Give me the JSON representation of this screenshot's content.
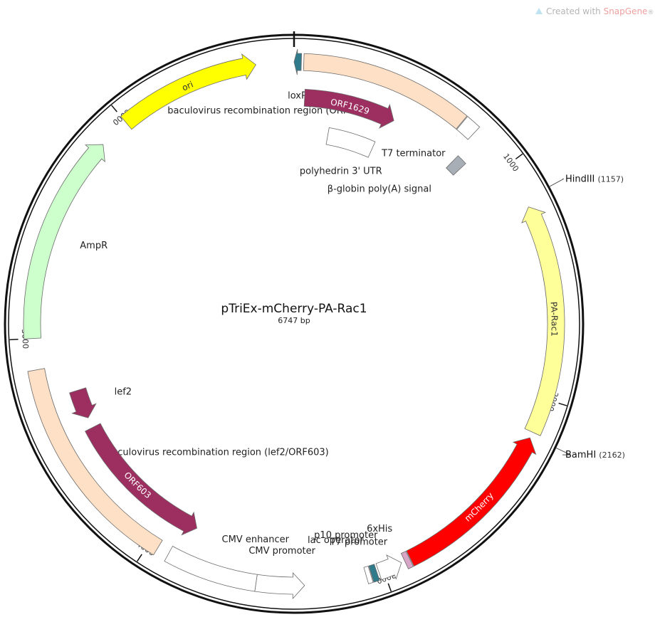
{
  "plasmid": {
    "name": "pTriEx-mCherry-PA-Rac1",
    "length_label": "6747 bp",
    "length_bp": 6747
  },
  "watermark": {
    "prefix": "Created with ",
    "brand": "SnapGene",
    "suffix": "®"
  },
  "ticks": [
    {
      "bp": 1000,
      "label": "1000"
    },
    {
      "bp": 2000,
      "label": "2000"
    },
    {
      "bp": 3000,
      "label": "3000"
    },
    {
      "bp": 4000,
      "label": "4000"
    },
    {
      "bp": 5000,
      "label": "5000"
    },
    {
      "bp": 6000,
      "label": "6000"
    }
  ],
  "restriction_sites": [
    {
      "name": "HindIII",
      "position_label": "(1157)",
      "bp": 1157
    },
    {
      "name": "BamHI",
      "position_label": "(2162)",
      "bp": 2162
    }
  ],
  "features": [
    {
      "id": "loxp",
      "label": "loxP",
      "start": 6747,
      "end": 30,
      "track": 0,
      "direction": "reverse",
      "color": "#2f7b8c",
      "label_inside": false
    },
    {
      "id": "bac-rec-orf1629",
      "label": "baculovirus recombination region (ORF1629)",
      "start": 40,
      "end": 745,
      "track": 0,
      "direction": "none",
      "color": "#fde0c5",
      "label_inside": false
    },
    {
      "id": "t7-terminator",
      "label": "T7 terminator",
      "start": 748,
      "end": 812,
      "track": 0,
      "direction": "none",
      "color": "#ffffff",
      "label_inside": false
    },
    {
      "id": "orf1629",
      "label": "ORF1629",
      "start": 50,
      "end": 490,
      "track": 1,
      "direction": "forward",
      "color": "#9c2f60",
      "label_inside": true
    },
    {
      "id": "polyhedrin-utr",
      "label": "polyhedrin 3' UTR",
      "start": 190,
      "end": 450,
      "track": 2,
      "direction": "none",
      "color": "#ffffff",
      "label_inside": false
    },
    {
      "id": "beta-globin-polya",
      "label": "β-globin poly(A) signal",
      "start": 830,
      "end": 880,
      "track": 1,
      "direction": "none",
      "color": "#a7aeb6",
      "label_inside": false
    },
    {
      "id": "pa-rac1",
      "label": "PA-Rac1",
      "start": 1190,
      "end": 2145,
      "track": 0,
      "direction": "reverse",
      "color": "#ffff99",
      "label_inside": true
    },
    {
      "id": "mcherry",
      "label": "mCherry",
      "start": 2170,
      "end": 2880,
      "track": 0,
      "direction": "reverse",
      "color": "#ff0000",
      "label_inside": true
    },
    {
      "id": "6xhis",
      "label": "6xHis",
      "start": 2883,
      "end": 2905,
      "track": 0,
      "direction": "none",
      "color": "#d7a6c7",
      "label_inside": false
    },
    {
      "id": "p10-promoter",
      "label": "p10 promoter",
      "start": 2920,
      "end": 3020,
      "track": 0,
      "direction": "reverse",
      "color": "#ffffff",
      "label_inside": false
    },
    {
      "id": "lac-operator",
      "label": "lac operator",
      "start": 3028,
      "end": 3052,
      "track": 0,
      "direction": "none",
      "color": "#2f7b8c",
      "label_inside": false
    },
    {
      "id": "t7-promoter",
      "label": "T7 promoter",
      "start": 3055,
      "end": 3074,
      "track": 0,
      "direction": "none",
      "color": "#ffffff",
      "label_inside": false
    },
    {
      "id": "cmv-promoter",
      "label": "CMV promoter",
      "start": 3330,
      "end": 3530,
      "track": 0,
      "direction": "reverse",
      "color": "#ffffff",
      "label_inside": false
    },
    {
      "id": "cmv-enhancer",
      "label": "CMV enhancer",
      "start": 3530,
      "end": 3910,
      "track": 0,
      "direction": "none",
      "color": "#ffffff",
      "label_inside": false
    },
    {
      "id": "bac-rec-lef2",
      "label": "baculovirus recombination region (lef2/ORF603)",
      "start": 3960,
      "end": 4870,
      "track": 0,
      "direction": "none",
      "color": "#fde0c5",
      "label_inside": false
    },
    {
      "id": "orf603",
      "label": "ORF603",
      "start": 3850,
      "end": 4550,
      "track": 1,
      "direction": "reverse",
      "color": "#9c2f60",
      "label_inside": true
    },
    {
      "id": "lef2",
      "label": "lef2",
      "start": 4600,
      "end": 4740,
      "track": 1,
      "direction": "reverse",
      "color": "#9c2f60",
      "label_inside": false
    },
    {
      "id": "ampr",
      "label": "AmpR",
      "start": 5000,
      "end": 5870,
      "track": 0,
      "direction": "forward",
      "color": "#ccffcc",
      "label_inside": false
    },
    {
      "id": "ori",
      "label": "ori",
      "start": 6000,
      "end": 6590,
      "track": 0,
      "direction": "forward",
      "color": "#ffff00",
      "label_inside": true
    }
  ]
}
